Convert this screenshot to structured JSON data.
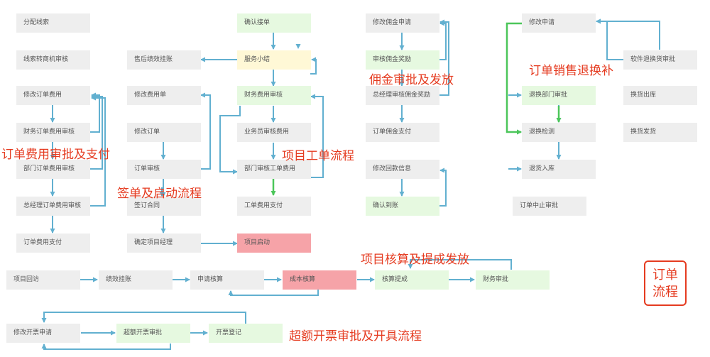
{
  "nodes": {
    "n_assign": "分配线索",
    "n_lead_review": "线索转商机审核",
    "n_mod_order_fee": "修改订单费用",
    "n_fin_order_fee": "财务订单费用审核",
    "n_dept_order_fee": "部门订单费用审核",
    "n_gm_order_fee": "总经理订单费用审核",
    "n_order_fee_pay": "订单费用支付",
    "n_after_sales": "售后绩效挂账",
    "n_mod_fee_form": "修改费用单",
    "n_mod_order": "修改订单",
    "n_order_review": "订单审核",
    "n_sign": "签订合同",
    "n_pm": "确定项目经理",
    "n_confirm": "确认接单",
    "n_summary": "服务小结",
    "n_fin_fee": "财务费用审核",
    "n_biz_fee": "业务员审核费用",
    "n_dept_fee": "部门审核工单费用",
    "n_work_pay": "工单费用支付",
    "n_start": "项目启动",
    "n_mod_comm": "修改佣金申请",
    "n_comm_review": "审核佣金奖励",
    "n_gm_comm": "总经理审核佣金奖励",
    "n_comm_pay": "订单佣金支付",
    "n_mod_pay_info": "修改回款信息",
    "n_confirm_recv": "确认到账",
    "n_mod_apply": "修改申请",
    "n_soft_return": "软件退换货审批",
    "n_return_dept": "退换部门审批",
    "n_exchange_out": "换货出库",
    "n_return_check": "退换检测",
    "n_exchange_ship": "换货发货",
    "n_return_in": "退货入库",
    "n_terminate": "订单中止审批",
    "n_revisit": "项目回访",
    "n_perf": "绩效挂账",
    "n_apply_acct": "申请核算",
    "n_cost": "成本核算",
    "n_calc": "核算提成",
    "n_fin_approve": "财务审批",
    "n_mod_invoice": "修改开票申请",
    "n_over_invoice": "超额开票审批",
    "n_invoice_reg": "开票登记"
  },
  "sections": {
    "order_fee": "订单费用审批及支付",
    "sign": "签单及启动流程",
    "work": "项目工单流程",
    "comm": "佣金审批及发放",
    "return": "订单销售退换补",
    "calc": "项目核算及提成发放",
    "invoice": "超额开票审批及开具流程"
  },
  "stamp": {
    "line1": "订单",
    "line2": "流程"
  },
  "colors": {
    "arrow": "#62b0d0",
    "green_arrow": "#4cc65a",
    "accent": "#e53b20"
  }
}
